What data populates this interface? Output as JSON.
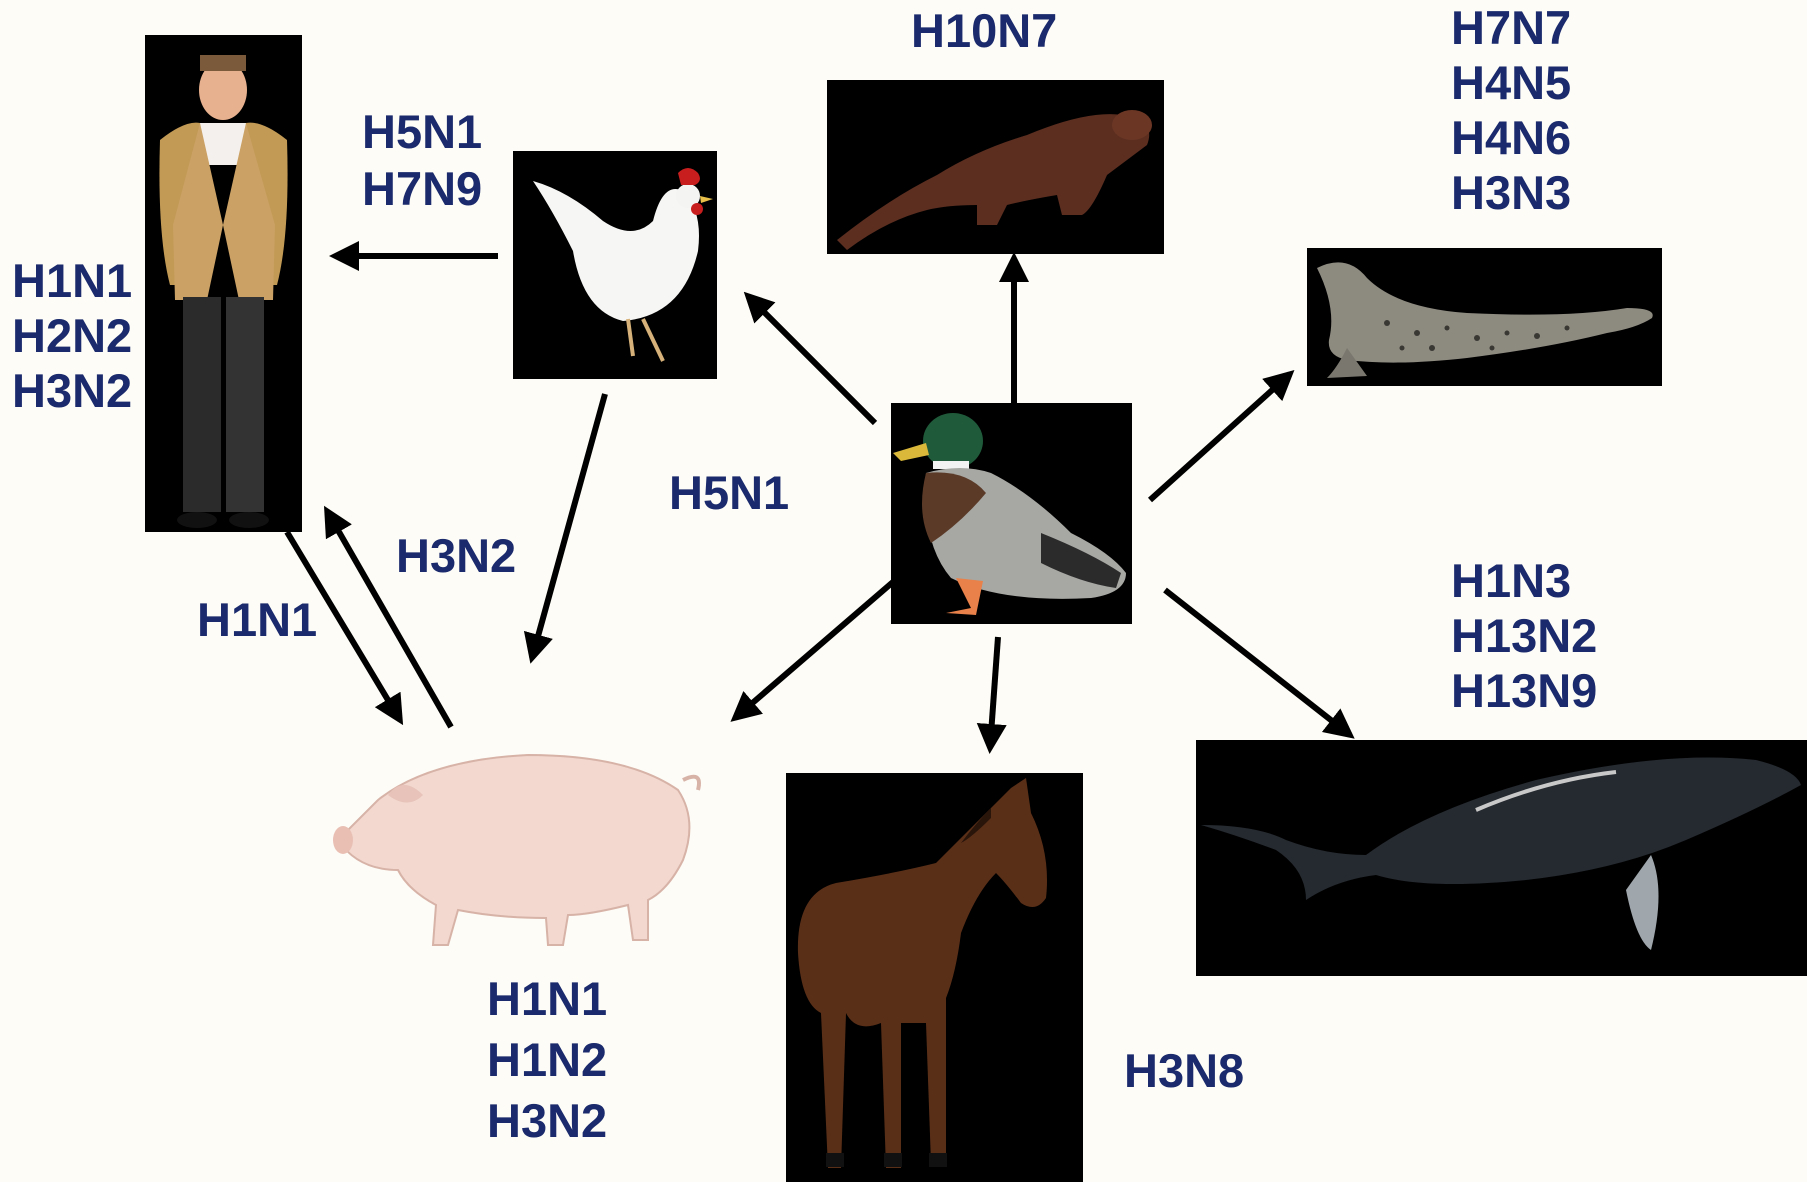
{
  "animals": {
    "human": {
      "name": "human",
      "strains": [
        "H1N1",
        "H2N2",
        "H3N2"
      ]
    },
    "chicken": {
      "name": "chicken",
      "strains": [
        "H5N1",
        "H7N9"
      ]
    },
    "mink": {
      "name": "mink",
      "strains": [
        "H10N7"
      ]
    },
    "seal": {
      "name": "seal",
      "strains": [
        "H7N7",
        "H4N5",
        "H4N6",
        "H3N3"
      ]
    },
    "duck": {
      "name": "duck",
      "strains": [
        "H5N1"
      ]
    },
    "whale": {
      "name": "whale",
      "strains": [
        "H1N3",
        "H13N2",
        "H13N9"
      ]
    },
    "pig": {
      "name": "pig",
      "strains": [
        "H1N1",
        "H1N2",
        "H3N2"
      ]
    },
    "horse": {
      "name": "horse",
      "strains": [
        "H3N8"
      ]
    }
  },
  "transmissions": {
    "chicken_to_pig": "H3N2",
    "human_pig": "H1N1"
  },
  "colors": {
    "label": "#1a2a6c",
    "background": "#fdfcf6",
    "panel": "#000000",
    "arrow": "#000000"
  }
}
